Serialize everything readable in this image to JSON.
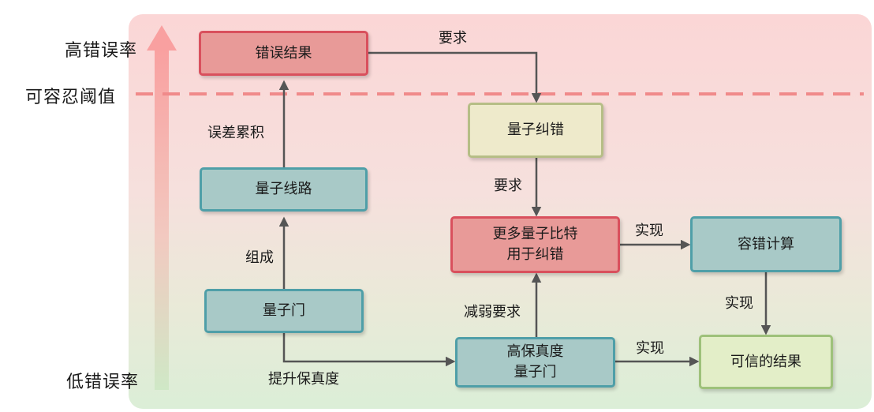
{
  "scale": {
    "high_label": "高错误率",
    "threshold_label": "可容忍阈值",
    "low_label": "低错误率"
  },
  "nodes": {
    "error_result": "错误结果",
    "qec": "量子纠错",
    "circuit": "量子线路",
    "more_qubits": "更多量子比特\n用于纠错",
    "ft_compute": "容错计算",
    "gate": "量子门",
    "hifi_gate": "高保真度\n量子门",
    "trusted_result": "可信的结果"
  },
  "edges": {
    "requires_1": "要求",
    "error_accumulation": "误差累积",
    "requires_2": "要求",
    "realize_1": "实现",
    "compose": "组成",
    "realize_2": "实现",
    "reduce_requirement": "减弱要求",
    "realize_3": "实现",
    "improve_fidelity": "提升保真度"
  },
  "colors": {
    "red_fill": "#e89a98",
    "red_border": "#d9505d",
    "olive_fill": "#eeeacb",
    "teal_fill": "#a8c9c7",
    "teal_border": "#4f9fa8",
    "green_fill": "#e3eec8",
    "arrow": "#555555",
    "threshold_line": "#f08a8a"
  }
}
